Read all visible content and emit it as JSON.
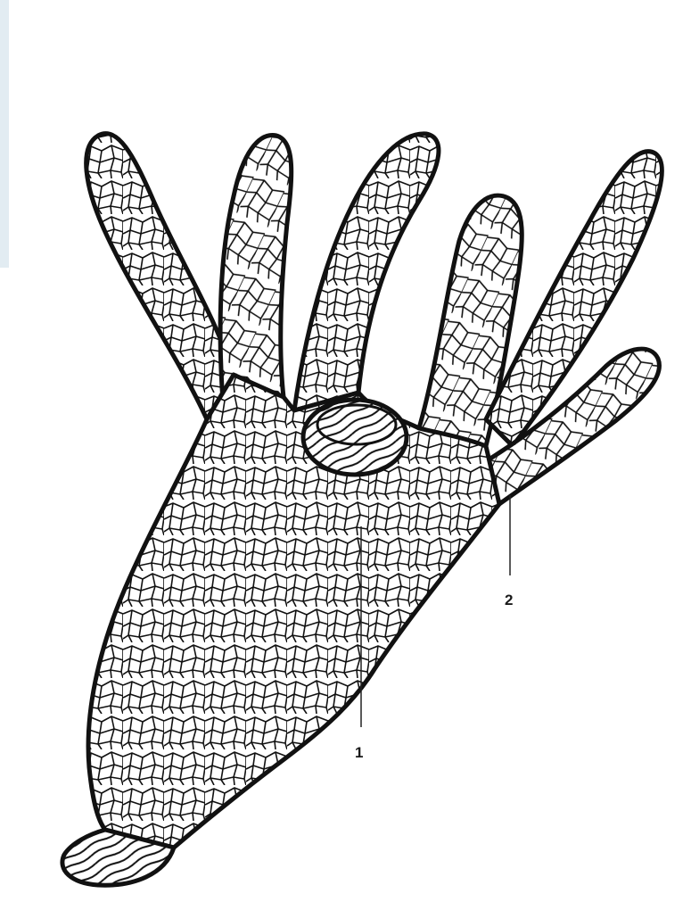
{
  "figure": {
    "labels": [
      {
        "id": "1",
        "text": "1"
      },
      {
        "id": "2",
        "text": "2"
      }
    ],
    "colors": {
      "ink": "#111111",
      "paper": "#ffffff",
      "edge_tint": "#cfe0ea"
    },
    "icon": "hydra-line-drawing"
  }
}
